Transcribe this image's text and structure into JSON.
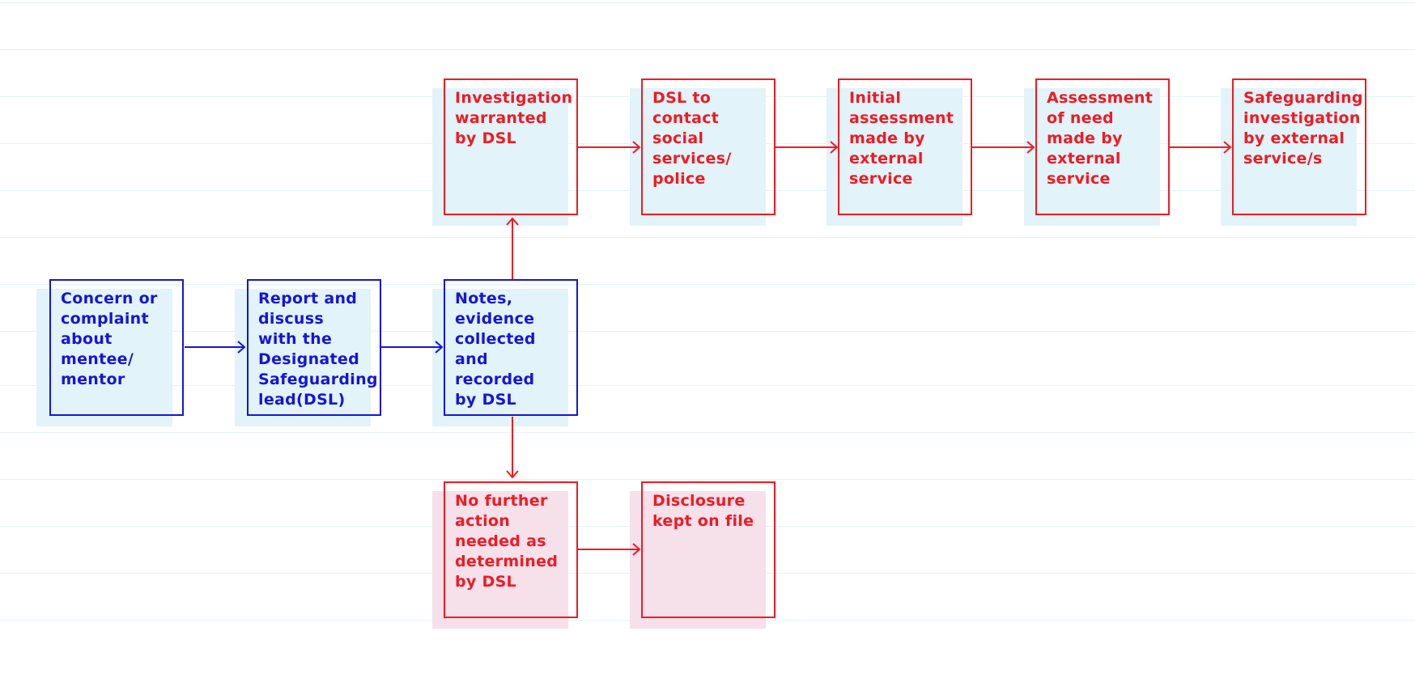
{
  "colors": {
    "primary_path": "#1515d8",
    "escalation_path": "#ee1b24",
    "box_fill_blue": "#e2f3f9",
    "box_fill_pink": "#f6e0ea",
    "ruled_lines": "#e1f4f6"
  },
  "main_flow": {
    "step1": "Concern or\ncomplaint\nabout\nmentee/\nmentor",
    "step2": "Report and\ndiscuss\nwith the\nDesignated\nSafeguarding\nlead(DSL)",
    "step3": "Notes,\nevidence\ncollected\nand recorded\nby DSL"
  },
  "escalation_flow": {
    "step1": "Investigation\nwarranted\nby DSL",
    "step2": "DSL to\ncontact social\nservices/\npolice",
    "step3": "Initial\nassessment\nmade by\nexternal\nservice",
    "step4": "Assessment\nof need\nmade by\nexternal\nservice",
    "step5": "Safeguarding\ninvestigation\nby external\nservice/s"
  },
  "no_action_flow": {
    "step1": "No further\naction\nneeded as\ndetermined\nby DSL",
    "step2": "Disclosure\nkept on file"
  }
}
